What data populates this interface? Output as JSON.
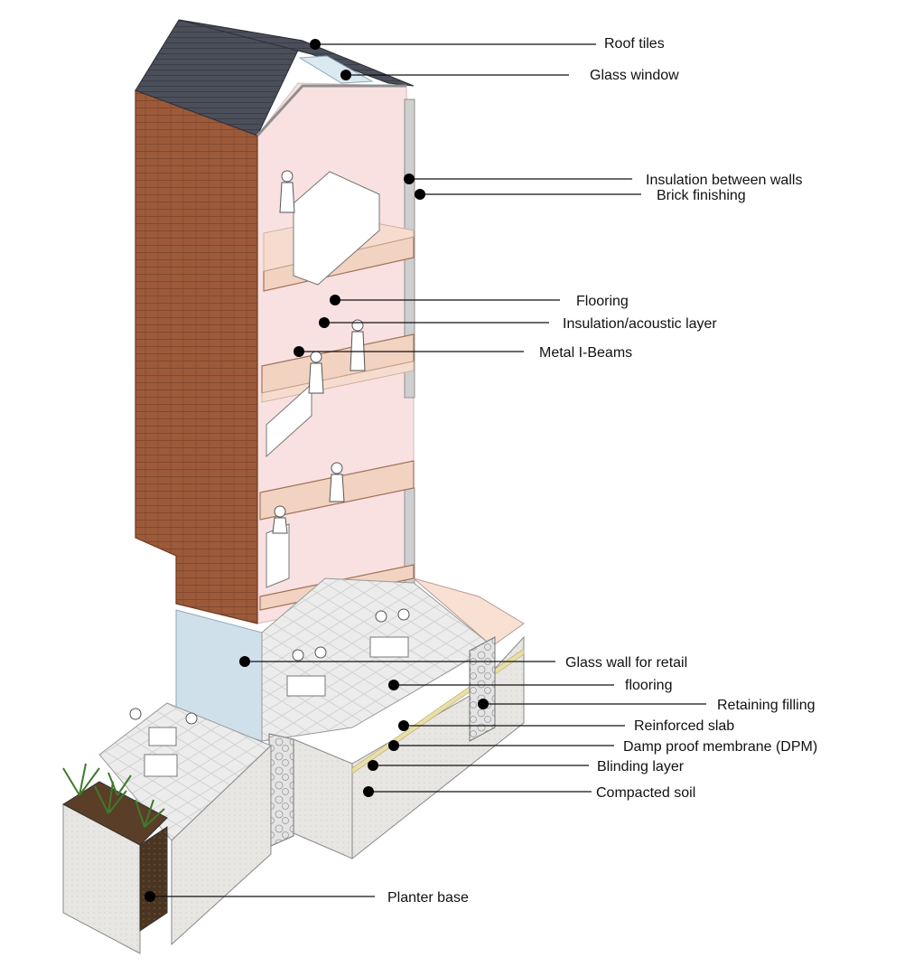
{
  "colors": {
    "brick": "#9c5a3a",
    "interior_wall": "#f9e1e1",
    "floor": "#f6dccf",
    "roof": "#4b4f5a",
    "glass": "#cfe0ea",
    "soil": "#e8e6e3",
    "gravel": "#d7d7d7"
  },
  "labels": [
    {
      "id": "roof-tiles",
      "text": "Roof tiles"
    },
    {
      "id": "glass-window",
      "text": "Glass window"
    },
    {
      "id": "insulation-between-walls",
      "text": "Insulation between walls"
    },
    {
      "id": "brick-finishing",
      "text": "Brick finishing"
    },
    {
      "id": "flooring-upper",
      "text": "Flooring"
    },
    {
      "id": "insulation-acoustic-layer",
      "text": "Insulation/acoustic layer"
    },
    {
      "id": "metal-i-beams",
      "text": "Metal I-Beams"
    },
    {
      "id": "glass-wall-for-retail",
      "text": "Glass wall for retail"
    },
    {
      "id": "flooring-ground",
      "text": "flooring"
    },
    {
      "id": "retaining-filling",
      "text": "Retaining filling"
    },
    {
      "id": "reinforced-slab",
      "text": "Reinforced slab"
    },
    {
      "id": "damp-proof-membrane",
      "text": "Damp proof membrane (DPM)"
    },
    {
      "id": "blinding-layer",
      "text": "Blinding layer"
    },
    {
      "id": "compacted-soil",
      "text": "Compacted soil"
    },
    {
      "id": "planter-base",
      "text": "Planter base"
    }
  ]
}
